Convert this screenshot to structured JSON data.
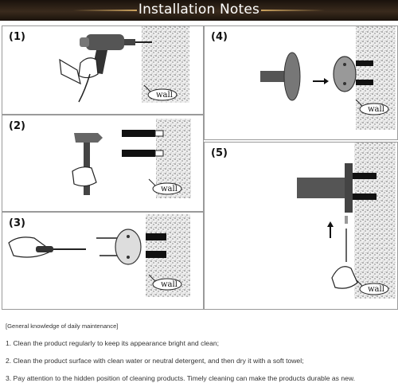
{
  "banner": {
    "title": "Installation Notes"
  },
  "steps": [
    {
      "label": "(1)",
      "wall_label": "wall"
    },
    {
      "label": "(2)",
      "wall_label": "wall"
    },
    {
      "label": "(3)",
      "wall_label": "wall"
    },
    {
      "label": "(4)",
      "wall_label": "wall"
    },
    {
      "label": "(5)",
      "wall_label": "wall"
    }
  ],
  "notes": {
    "header": "[General knowledge of daily maintenance]",
    "items": [
      "1. Clean the product regularly to keep its appearance bright and clean;",
      "2. Clean the product surface with clean water or neutral detergent, and then dry it with a soft towel;",
      "3. Pay attention to the hidden position of cleaning products. Timely cleaning can make the products durable as new."
    ]
  },
  "icons": [
    "drill-icon",
    "hammer-icon",
    "screwdriver-icon",
    "towel-bar-icon",
    "wall-plug-icon",
    "arrow-right-icon",
    "arrow-up-icon"
  ],
  "colors": {
    "banner_bg": "#2a1f15",
    "banner_text": "#ffffff",
    "accent_gold": "#caa25e"
  }
}
